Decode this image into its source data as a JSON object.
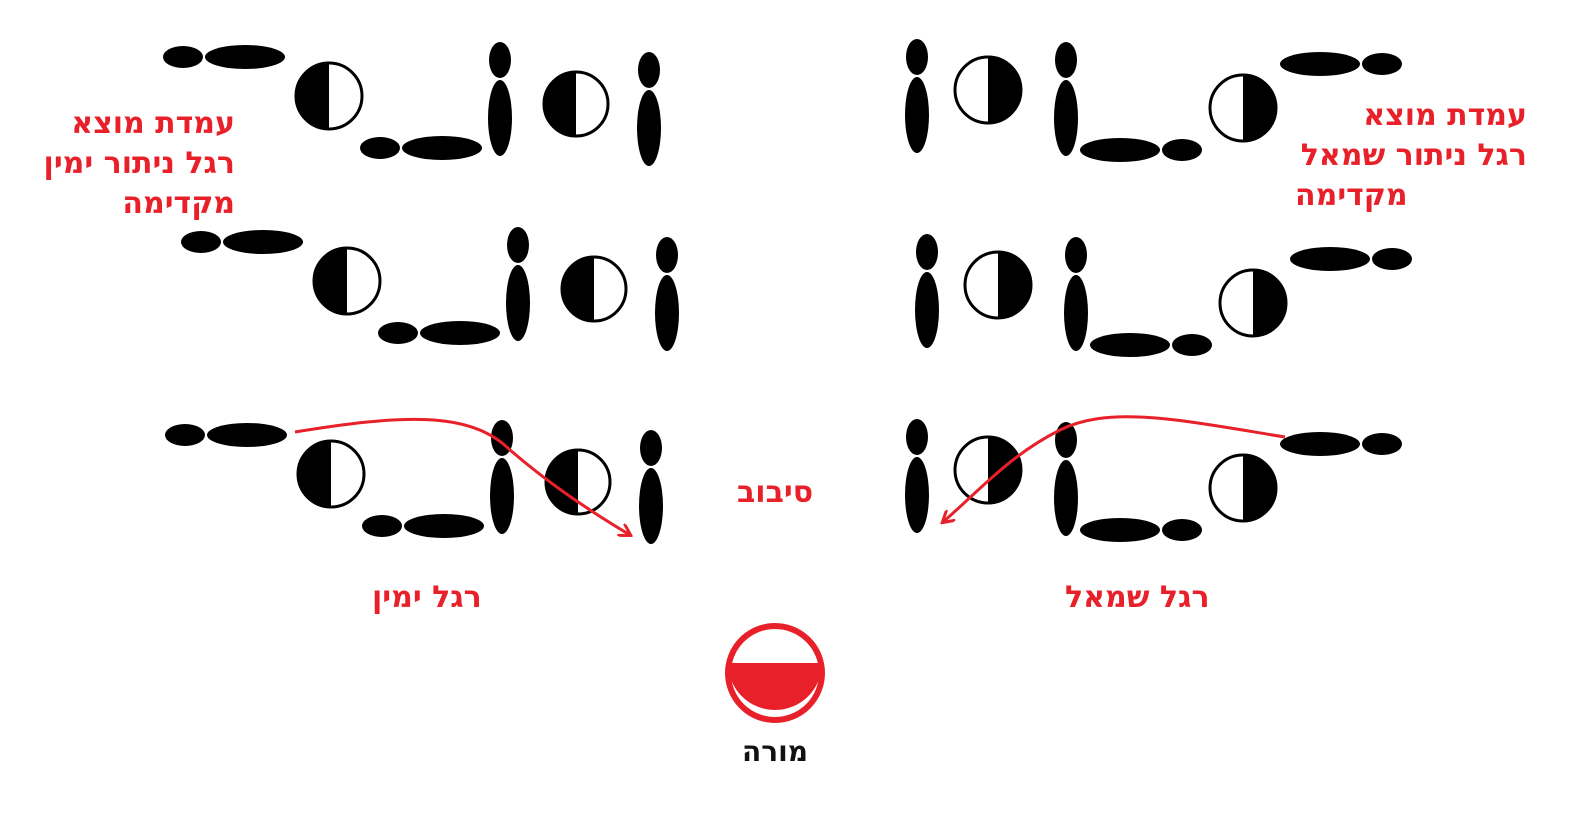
{
  "colors": {
    "annotation": "#e8202a",
    "figure": "#000000",
    "background": "#ffffff",
    "teacher_label": "#111111"
  },
  "left_group": {
    "caption_lines": [
      "עמדת מוצא",
      "רגל ניתור ימין",
      "מקדימה"
    ],
    "foot_label": "רגל ימין",
    "rows": 3
  },
  "right_group": {
    "caption_lines": [
      "עמדת מוצא",
      "רגל ניתור שמאל",
      "מקדימה"
    ],
    "foot_label": "רגל שמאל",
    "rows": 3
  },
  "center": {
    "rotation_label": "סיבוב",
    "teacher_label": "מורה",
    "teacher_icon": "half-filled-circle-icon"
  }
}
